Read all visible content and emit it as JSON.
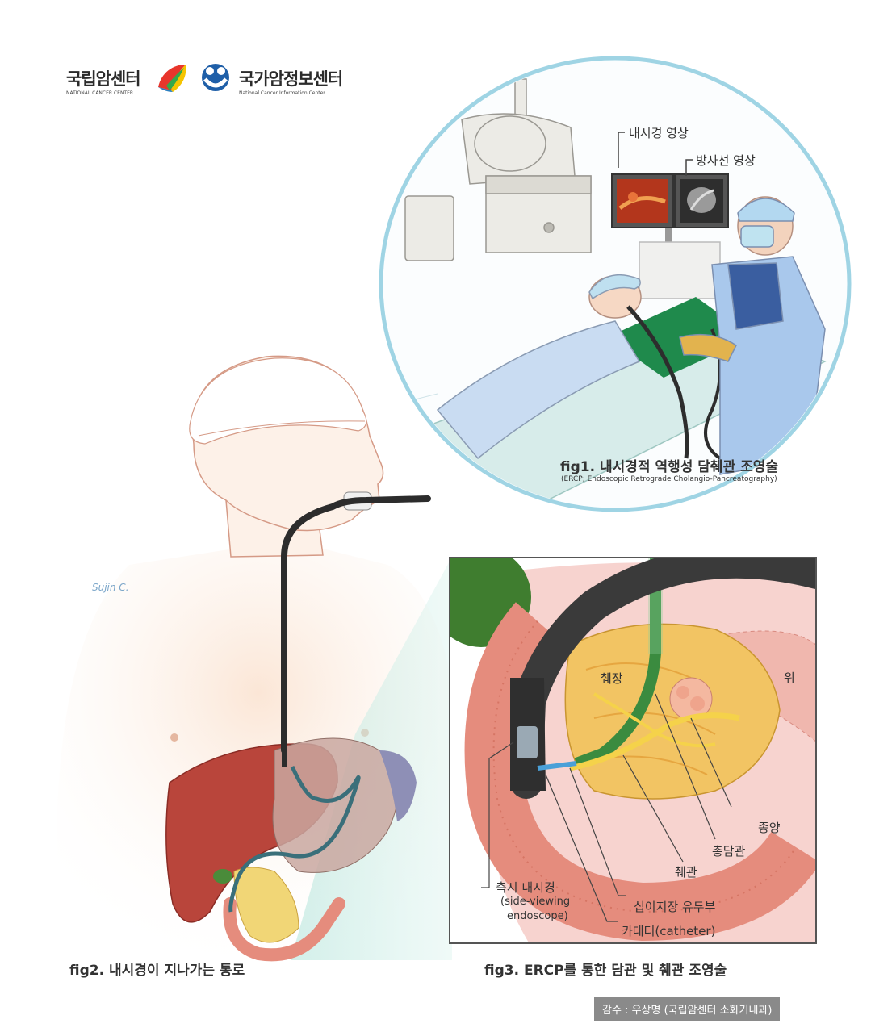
{
  "logos": {
    "nci": {
      "ko": "국립암센터",
      "en": "NATIONAL CANCER CENTER"
    },
    "ncic": {
      "ko": "국가암정보센터",
      "en": "National Cancer Information Center"
    }
  },
  "fig1": {
    "label_endo": "내시경 영상",
    "label_xray": "방사선 영상",
    "caption": "fig1. 내시경적 역행성 담췌관 조영술",
    "subcaption": "(ERCP; Endoscopic Retrograde Cholangio-Pancreatography)"
  },
  "fig2": {
    "caption": "fig2. 내시경이 지나가는 통로",
    "signature": "Sujin C."
  },
  "fig3": {
    "caption": "fig3. ERCP를 통한 담관 및 췌관 조영술",
    "labels": {
      "pancreas": "췌장",
      "stomach": "위",
      "tumor": "종양",
      "common_bile_duct": "총담관",
      "pancreatic_duct": "췌관",
      "side_endo_ko": "측시 내시경",
      "side_endo_en1": "(side-viewing",
      "side_endo_en2": "endoscope)",
      "papilla": "십이지장 유두부",
      "catheter": "카테터(catheter)"
    }
  },
  "credit": "감수 : 우상명 (국립암센터 소화기내과)",
  "colors": {
    "circle_border": "#9fd4e4",
    "liver": "#b9453b",
    "stomach": "#c9a7a0",
    "pancreas": "#f2c463",
    "duodenum": "#e58c7d",
    "endoscope": "#3a3a3a",
    "duct_green": "#3b8b3f",
    "gown_blue": "#c9dcf2"
  }
}
